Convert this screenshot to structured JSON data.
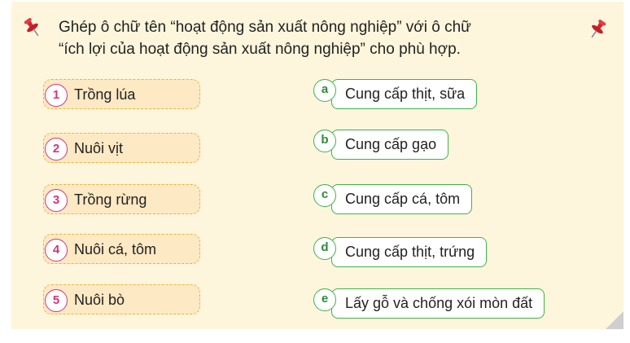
{
  "instruction": {
    "line1": "Ghép ô chữ tên “hoạt động sản xuất nông nghiệp” với ô chữ",
    "line2": "“ích lợi của hoạt động sản xuất nông nghiệp” cho phù hợp."
  },
  "activities": [
    {
      "num": "1",
      "label": "Trồng lúa"
    },
    {
      "num": "2",
      "label": "Nuôi vịt"
    },
    {
      "num": "3",
      "label": "Trồng rừng"
    },
    {
      "num": "4",
      "label": "Nuôi cá, tôm"
    },
    {
      "num": "5",
      "label": "Nuôi bò"
    }
  ],
  "benefits": [
    {
      "letter": "a",
      "label": "Cung cấp thịt, sữa"
    },
    {
      "letter": "b",
      "label": "Cung cấp gạo"
    },
    {
      "letter": "c",
      "label": "Cung cấp cá, tôm"
    },
    {
      "letter": "d",
      "label": "Cung cấp thịt, trứng"
    },
    {
      "letter": "e",
      "label": "Lấy gỗ và chống xói mòn đất"
    }
  ],
  "colors": {
    "card_bg": "#fdf6dc",
    "left_fill": "#fde9c3",
    "left_border": "#f0b23c",
    "number_accent": "#d6337e",
    "right_border": "#3db34a",
    "pin": "#d9232f"
  },
  "icons": [
    "push-pin-icon"
  ]
}
